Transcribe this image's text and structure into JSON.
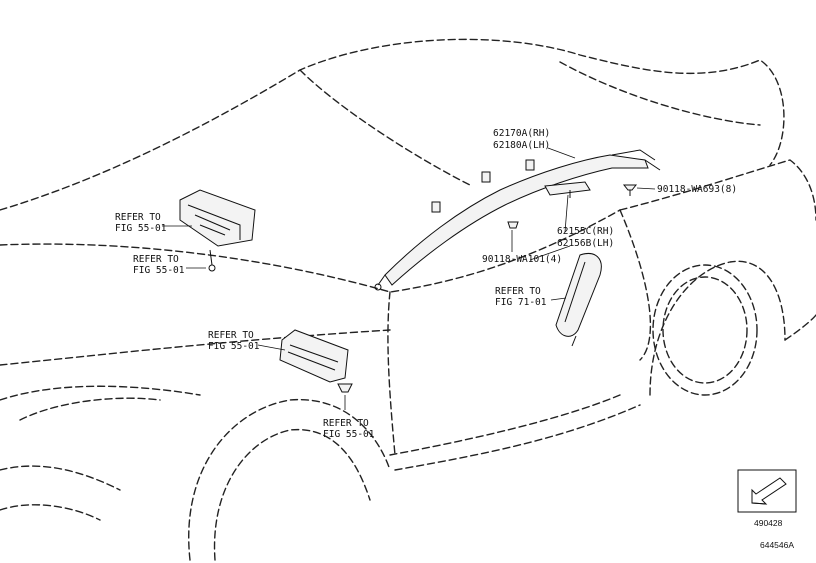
{
  "labels": {
    "airbag_rh": "62170A(RH)",
    "airbag_lh": "62180A(LH)",
    "bolt_upper": "90118-WA693(8)",
    "cover_rh": "62155C(RH)",
    "cover_lh": "62156B(LH)",
    "bolt_lower": "90118-WA101(4)",
    "refer_to": "REFER TO",
    "fig_71_01": "FIG 71-01",
    "fig_55_01": "FIG 55-01"
  },
  "codes": {
    "box_code": "490428",
    "diagram_code": "644546A"
  }
}
